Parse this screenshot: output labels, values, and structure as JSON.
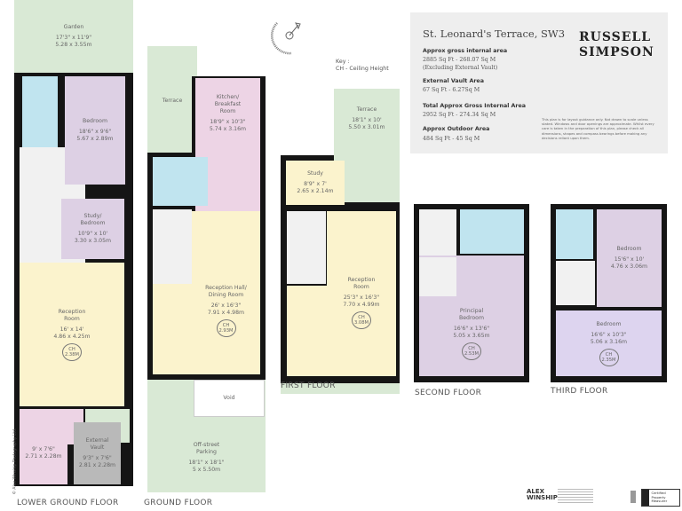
{
  "info": {
    "title": "St. Leonard's Terrace, SW3",
    "brand_line1": "RUSSELL",
    "brand_line2": "SIMPSON",
    "gia_heading": "Approx  gross internal  area",
    "gia_value": "2885 Sq Ft  - 268.07 Sq M",
    "gia_note": "(Excluding External Vault)",
    "vault_heading": "External Vault Area",
    "vault_value": "67 Sq Ft  - 6.27Sq M",
    "total_heading": "Total Approx Gross Internal Area",
    "total_value": "2952 Sq Ft  -  274.34 Sq M",
    "outdoor_heading": "Approx Outdoor Area",
    "outdoor_value": "484 Sq Ft  - 45 Sq M",
    "disclaimer": "This plan is for layout guidance only. Not drawn to scale unless stated. Windows and door openings are approximate. Whilst every care is taken in the preparation of this plan, please check all dimensions, shapes and compass bearings before making any decisions reliant upon them."
  },
  "key": {
    "title": "Key :",
    "entry": "CH - Ceiling Height"
  },
  "copyright": "© Alex Winship Photography Ltd.",
  "logos": {
    "photographer_line1": "ALEX",
    "photographer_line2": "WINSHIP",
    "certification": "Certified Property Measurer"
  },
  "colors": {
    "wall": "#151515",
    "outdoor": "#d9e9d5",
    "bathroom": "#c0e4ef",
    "bedroom": "#ddd0e4",
    "reception": "#fbf3cd",
    "kitchen": "#edd4e5",
    "vault": "#b9b9b9"
  },
  "floors": [
    {
      "label": "LOWER GROUND FLOOR",
      "rooms": [
        {
          "name": "Garden",
          "imperial": "17'3\" x 11'9\"",
          "metric": "5.28 x 3.55m"
        },
        {
          "name": "Bedroom",
          "imperial": "18'6\" x 9'6\"",
          "metric": "5.67 x 2.89m"
        },
        {
          "name": "Study/\nBedroom",
          "imperial": "10'9\" x 10'",
          "metric": "3.30 x 3.05m"
        },
        {
          "name": "Reception\nRoom",
          "imperial": "16' x 14'",
          "metric": "4.86 x 4.25m",
          "ch": "2.38M"
        },
        {
          "name": "",
          "imperial": "9' x 7'6\"",
          "metric": "2.71 x 2.28m"
        },
        {
          "name": "External\nVault",
          "imperial": "9'3\" x 7'6\"",
          "metric": "2.81 x 2.28m"
        }
      ]
    },
    {
      "label": "GROUND FLOOR",
      "rooms": [
        {
          "name": "Terrace"
        },
        {
          "name": "Kitchen/\nBreakfast\nRoom",
          "imperial": "18'9\" x 10'3\"",
          "metric": "5.74 x 3.16m"
        },
        {
          "name": "Reception Hall/\nDining Room",
          "imperial": "26' x 16'3\"",
          "metric": "7.91 x 4.98m",
          "ch": "2.93M"
        },
        {
          "name": "Void"
        },
        {
          "name": "Off-street\nParking",
          "imperial": "18'1\" x 18'1\"",
          "metric": "5 x 5.50m"
        }
      ]
    },
    {
      "label": "FIRST FLOOR",
      "rooms": [
        {
          "name": "Terrace",
          "imperial": "18'1\" x 10'",
          "metric": "5.50 x 3.01m"
        },
        {
          "name": "Study",
          "imperial": "8'9\" x 7'",
          "metric": "2.65 x 2.14m"
        },
        {
          "name": "Reception\nRoom",
          "imperial": "25'3\" x 16'3\"",
          "metric": "7.70 x 4.99m",
          "ch": "3.08M"
        }
      ]
    },
    {
      "label": "SECOND FLOOR",
      "rooms": [
        {
          "name": "Principal\nBedroom",
          "imperial": "16'6\" x 13'6\"",
          "metric": "5.05 x 3.65m",
          "ch": "2.53M"
        }
      ]
    },
    {
      "label": "THIRD FLOOR",
      "rooms": [
        {
          "name": "Bedroom",
          "imperial": "15'6\" x 10'",
          "metric": "4.76 x 3.06m"
        },
        {
          "name": "Bedroom",
          "imperial": "16'6\" x 10'3\"",
          "metric": "5.06 x 3.16m",
          "ch": "2.35M"
        }
      ]
    }
  ]
}
